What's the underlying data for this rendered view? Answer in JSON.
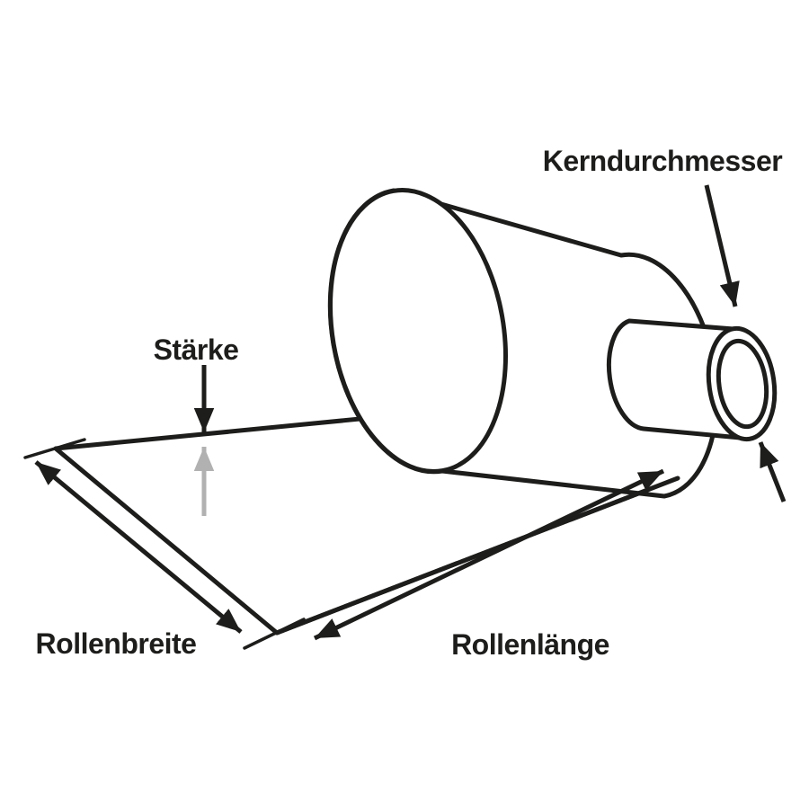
{
  "diagram": {
    "type": "technical-roll-dimension-diagram",
    "labels": {
      "core_diameter": "Kerndurchmesser",
      "thickness": "Stärke",
      "roll_width": "Rollenbreite",
      "roll_length": "Rollenlänge"
    },
    "colors": {
      "background": "#ffffff",
      "line": "#1d1d1b",
      "text": "#1d1d1b",
      "thickness_underside_arrow": "#b1b1b1"
    }
  }
}
